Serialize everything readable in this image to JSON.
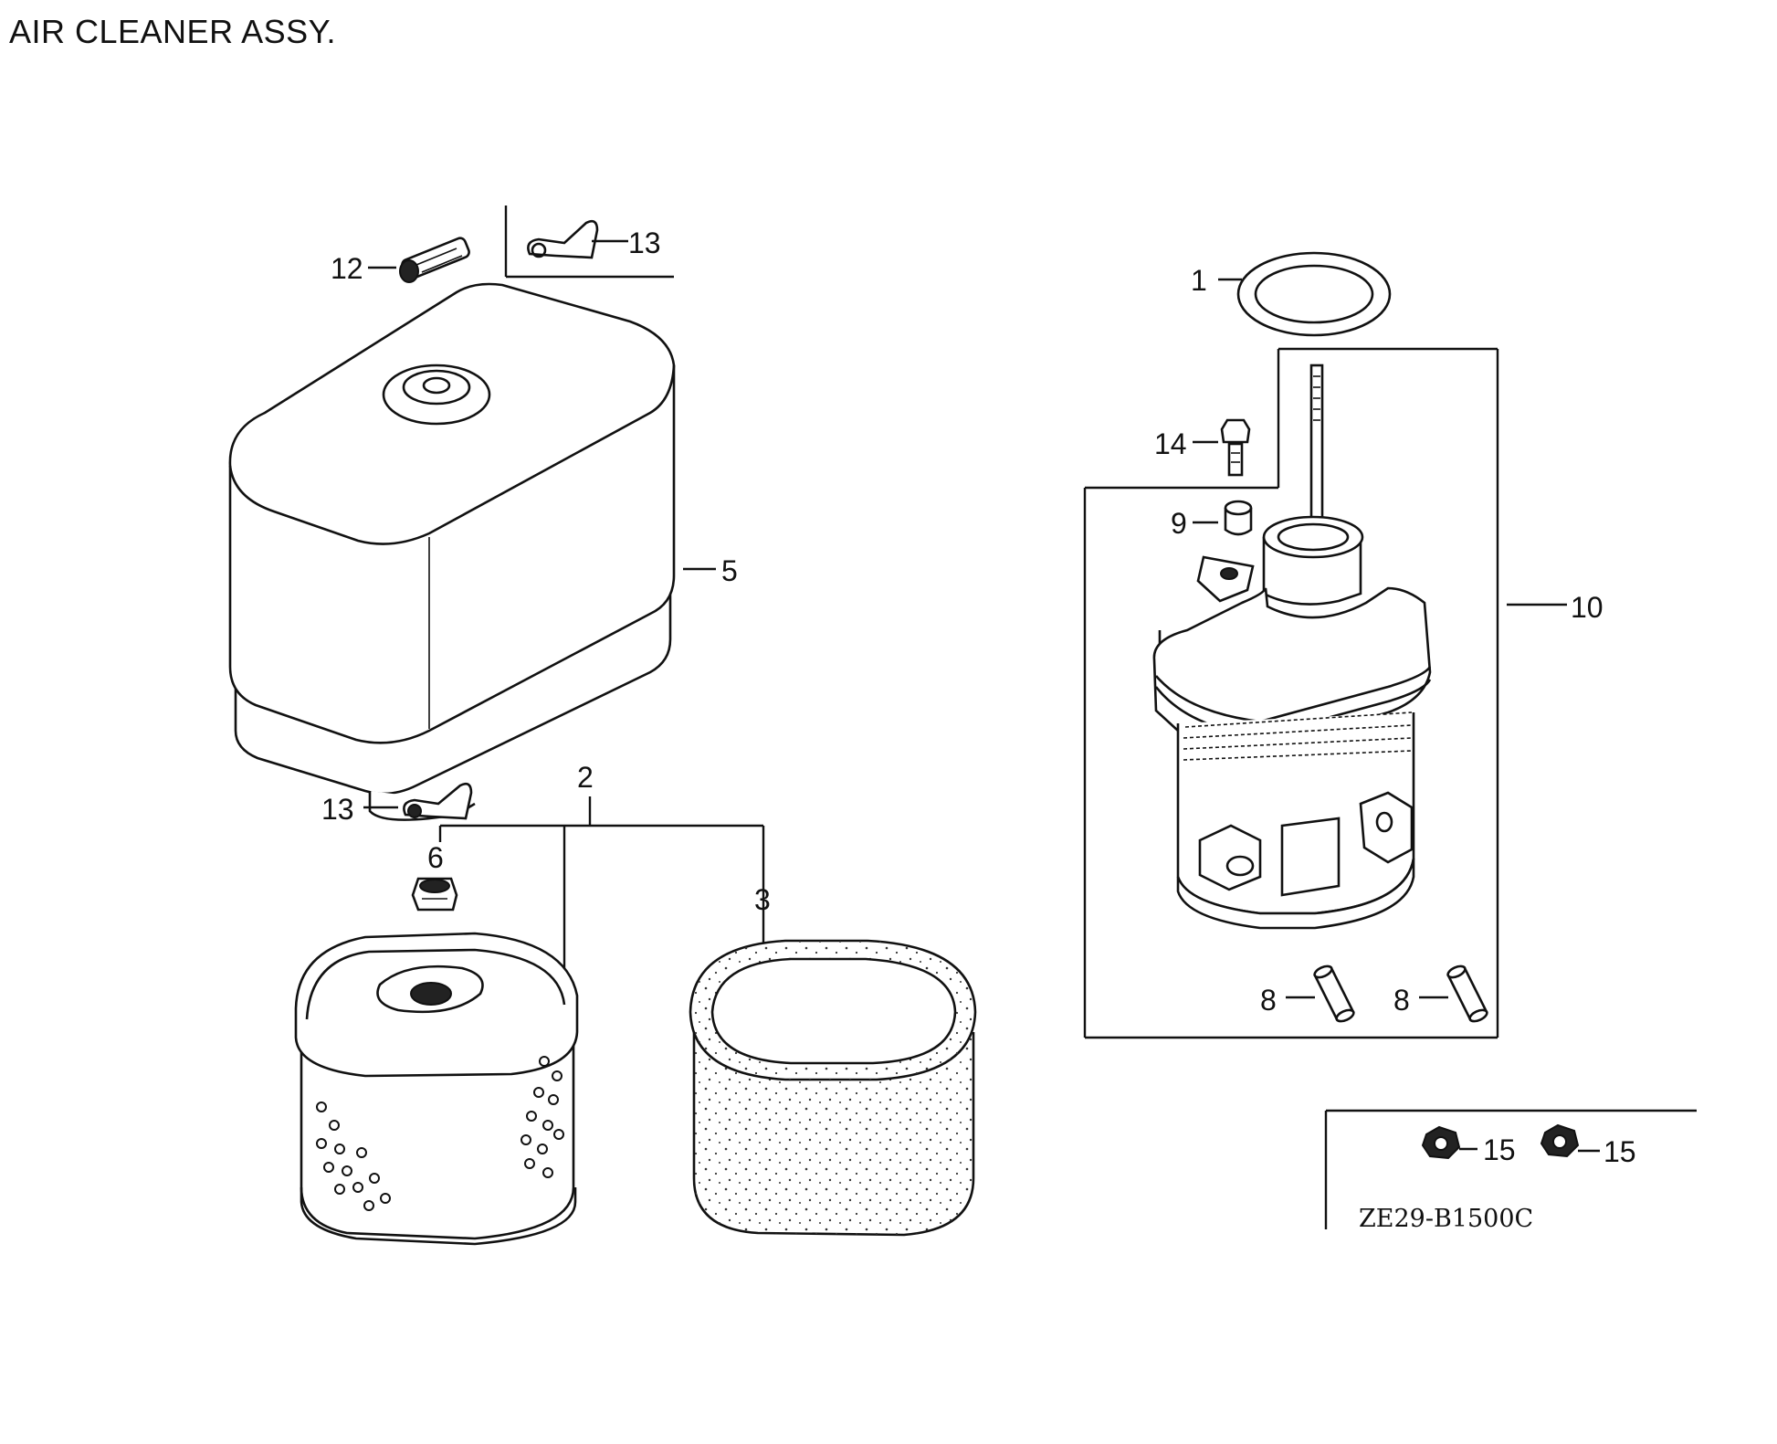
{
  "title": "AIR CLEANER ASSY.",
  "diagram_code": "ZE29-B1500C",
  "callouts": {
    "c1": "1",
    "c2": "2",
    "c3": "3",
    "c5": "5",
    "c6": "6",
    "c8a": "8",
    "c8b": "8",
    "c9": "9",
    "c10": "10",
    "c12": "12",
    "c13a": "13",
    "c13b": "13",
    "c14": "14",
    "c15a": "15",
    "c15b": "15"
  }
}
